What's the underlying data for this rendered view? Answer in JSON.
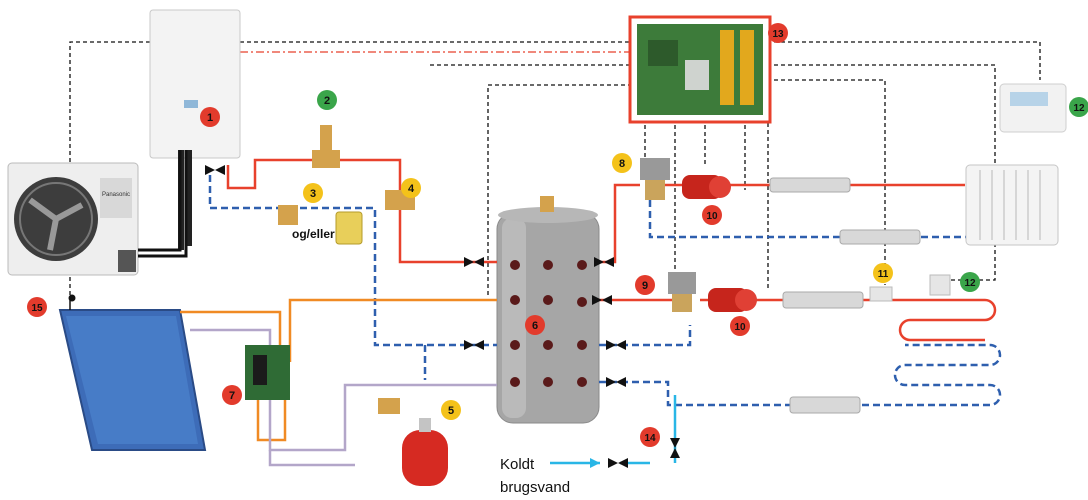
{
  "badges": [
    {
      "id": "1",
      "text": "1",
      "color": "#e23b2c"
    },
    {
      "id": "2",
      "text": "2",
      "color": "#3aa54a"
    },
    {
      "id": "3",
      "text": "3",
      "color": "#f4c21a"
    },
    {
      "id": "4",
      "text": "4",
      "color": "#f4c21a"
    },
    {
      "id": "5",
      "text": "5",
      "color": "#f4c21a"
    },
    {
      "id": "6",
      "text": "6",
      "color": "#e23b2c"
    },
    {
      "id": "7",
      "text": "7",
      "color": "#e23b2c"
    },
    {
      "id": "8",
      "text": "8",
      "color": "#f4c21a"
    },
    {
      "id": "9",
      "text": "9",
      "color": "#e23b2c"
    },
    {
      "id": "10a",
      "text": "10",
      "color": "#e23b2c"
    },
    {
      "id": "10b",
      "text": "10",
      "color": "#e23b2c"
    },
    {
      "id": "11",
      "text": "11",
      "color": "#f4c21a"
    },
    {
      "id": "12a",
      "text": "12",
      "color": "#3aa54a"
    },
    {
      "id": "12b",
      "text": "12",
      "color": "#3aa54a"
    },
    {
      "id": "13",
      "text": "13",
      "color": "#e23b2c"
    },
    {
      "id": "14",
      "text": "14",
      "color": "#e23b2c"
    },
    {
      "id": "15",
      "text": "15",
      "color": "#e23b2c"
    }
  ],
  "labels": {
    "og_eller": "og/eller",
    "cold_water_line1": "Koldt",
    "cold_water_line2": "brugsvand"
  },
  "outdoor_unit": {
    "brand": "Panasonic"
  },
  "colors": {
    "hot_pipe": "#e8412c",
    "return_pipe": "#2e5fae",
    "solar_pipe": "#f08a24",
    "solar_return": "#b3a6c9",
    "cold_water": "#29b6e6",
    "signal_line": "#111111"
  }
}
